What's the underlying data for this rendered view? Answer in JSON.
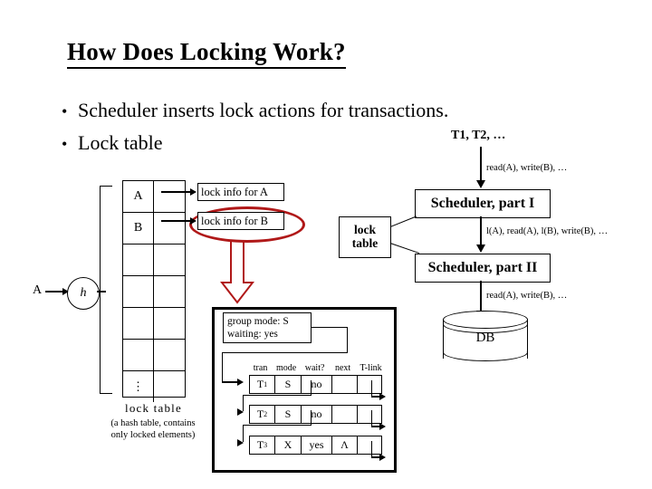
{
  "slide": {
    "title": "How Does Locking Work?",
    "bullets": [
      "Scheduler inserts lock actions for transactions.",
      "Lock table"
    ]
  },
  "pipeline": {
    "source_label": "T1, T2, …",
    "label_top": "read(A), write(B), …",
    "scheduler_part1": "Scheduler, part I",
    "label_middle": "l(A), read(A), l(B), write(B), …",
    "scheduler_part2": "Scheduler, part II",
    "label_bottom": "read(A), write(B), …",
    "db_label": "DB",
    "lock_table_box": {
      "line1": "lock",
      "line2": "table"
    }
  },
  "hash_table": {
    "input_label": "A",
    "hash_function": "h",
    "rows": [
      {
        "key": "A",
        "has_pointer": true
      },
      {
        "key": "B",
        "has_pointer": true
      },
      {
        "key": "",
        "has_pointer": false
      },
      {
        "key": "",
        "has_pointer": false
      },
      {
        "key": "",
        "has_pointer": false
      },
      {
        "key": "",
        "has_pointer": false
      },
      {
        "key": "⋮",
        "has_pointer": false
      }
    ],
    "lock_info_a": "lock info for A",
    "lock_info_b": "lock info for B",
    "caption": "lock table",
    "caption_sub_line1": "(a hash table, contains",
    "caption_sub_line2": "only locked elements)"
  },
  "detail_panel": {
    "group_mode_line1": "group mode:  S",
    "group_mode_line2": "waiting: yes",
    "columns": [
      "tran",
      "mode",
      "wait?",
      "next",
      "T-link"
    ],
    "rows": [
      {
        "tran": "T",
        "tran_sub": "1",
        "mode": "S",
        "wait": "no",
        "next": "",
        "tlink": ""
      },
      {
        "tran": "T",
        "tran_sub": "2",
        "mode": "S",
        "wait": "no",
        "next": "",
        "tlink": ""
      },
      {
        "tran": "T",
        "tran_sub": "3",
        "mode": "X",
        "wait": "yes",
        "next": "Λ",
        "tlink": ""
      }
    ]
  },
  "colors": {
    "highlight_red": "#B01818",
    "ink": "#000000",
    "paper": "#FFFFFF"
  }
}
